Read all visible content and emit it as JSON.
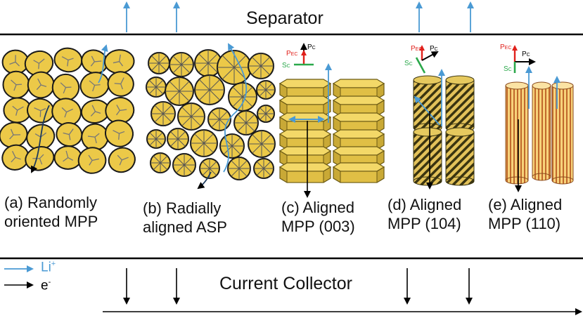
{
  "separator_label": "Separator",
  "collector_label": "Current Collector",
  "legend": {
    "li_label": "Li",
    "li_sup": "+",
    "e_label": "e",
    "e_sup": "-",
    "li_color": "#4a9ad4",
    "e_color": "#000000"
  },
  "axis_labels": {
    "pec_main": "P",
    "pec_sub": "EC",
    "pc_main": "P",
    "pc_sub": "C",
    "sc_main": "S",
    "sc_sub": "C",
    "pec_color": "#e0201b",
    "sc_color": "#2aa84a",
    "pc_color": "#000000"
  },
  "panels": [
    {
      "line1": "(a) Randomly",
      "line2": "oriented MPP"
    },
    {
      "line1": "(b) Radially",
      "line2": "aligned ASP"
    },
    {
      "line1": "(c) Aligned",
      "line2": "MPP (003)"
    },
    {
      "line1": "(d) Aligned",
      "line2": "MPP (104)"
    },
    {
      "line1": "(e) Aligned",
      "line2": "MPP (110)"
    }
  ],
  "colors": {
    "particle_fill": "#ecc948",
    "particle_stroke": "#1a1a1a",
    "crack": "#777777",
    "rod_stripe": "#c0682c",
    "rod_base": "#f7d27a",
    "dark_stripe": "#3a3410",
    "sep_line": "#000000"
  }
}
